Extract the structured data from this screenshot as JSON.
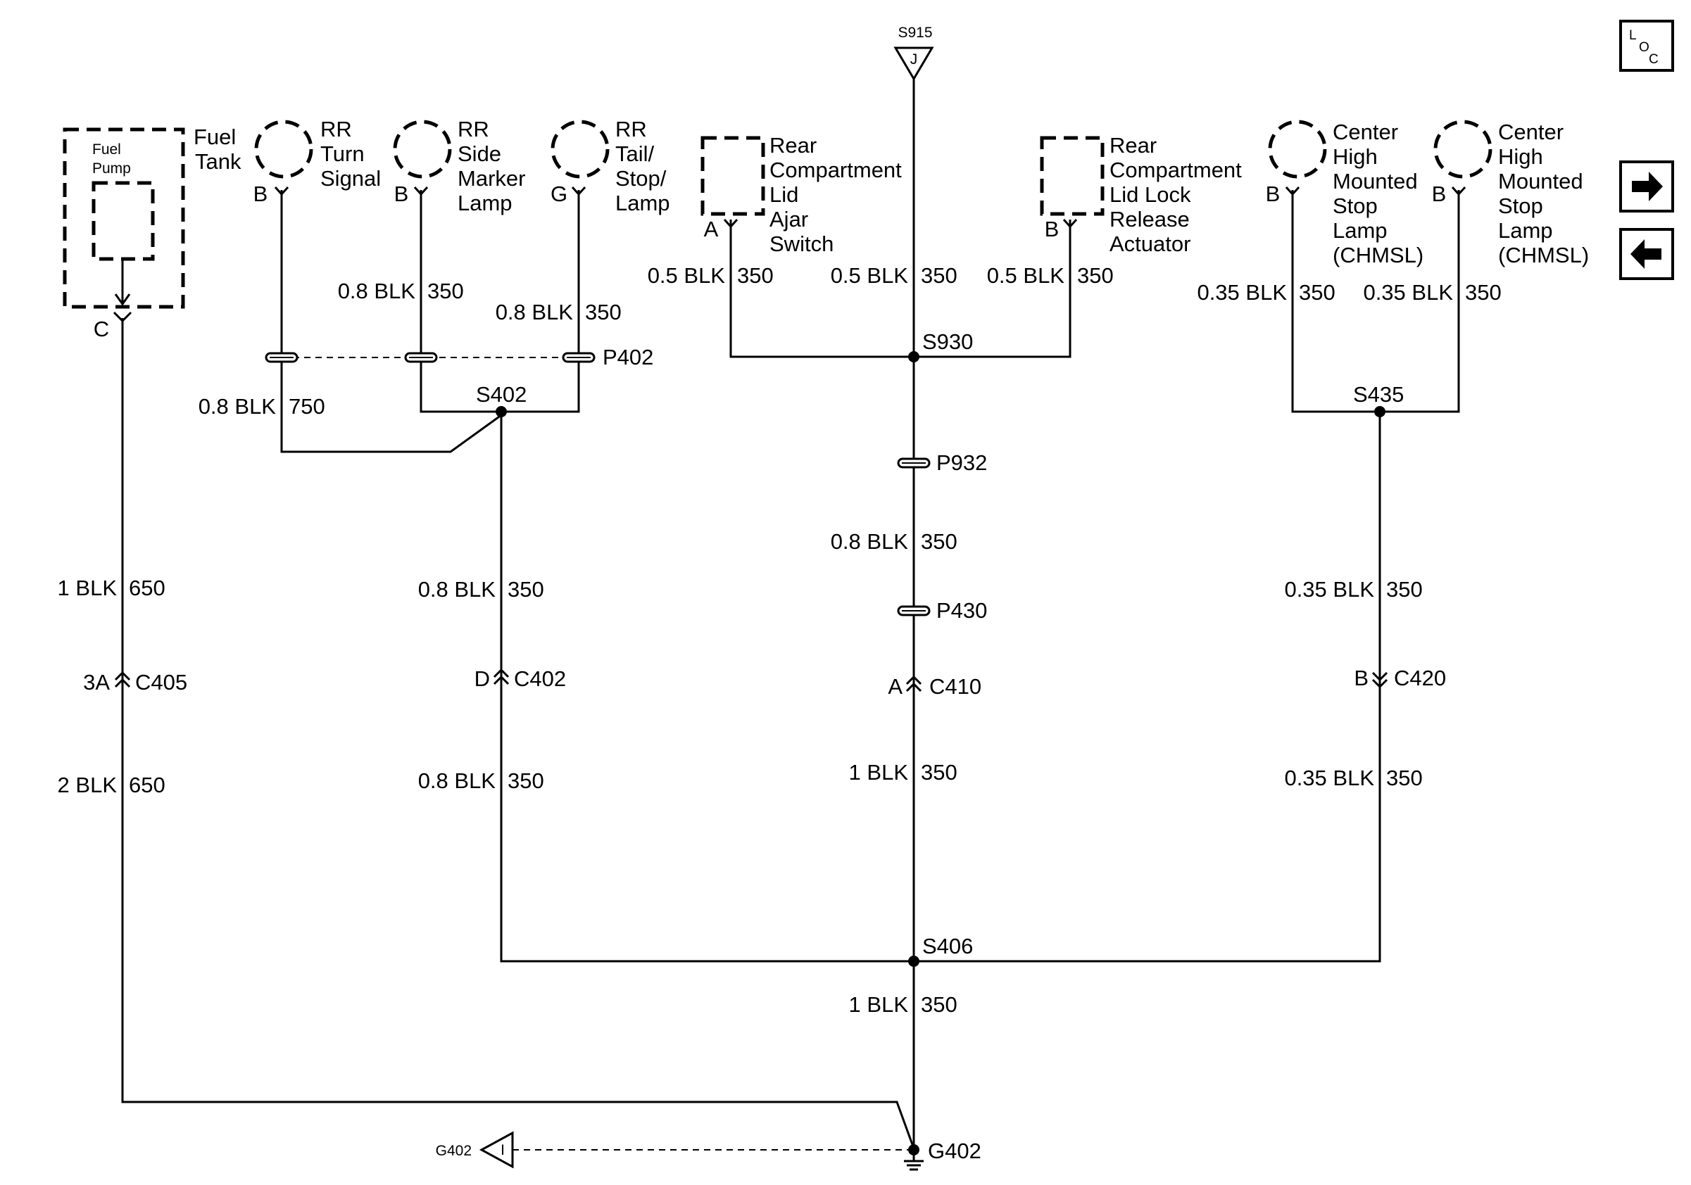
{
  "top_splice": {
    "label": "S915",
    "letter": "J"
  },
  "loc_button": {
    "l": "L",
    "o": "O",
    "c": "C"
  },
  "fuel_pump": {
    "tank_label": [
      "Fuel",
      "Tank"
    ],
    "pump_label": [
      "Fuel",
      "Pump"
    ],
    "pin": "C"
  },
  "lamps": [
    {
      "name": [
        "RR",
        "Turn",
        "Signal"
      ],
      "pin": "B"
    },
    {
      "name": [
        "RR",
        "Side",
        "Marker",
        "Lamp"
      ],
      "pin": "B"
    },
    {
      "name": [
        "RR",
        "Tail/",
        "Stop/",
        "Lamp"
      ],
      "pin": "G"
    },
    {
      "name": [
        "Center",
        "High",
        "Mounted",
        "Stop",
        "Lamp",
        "(CHMSL)"
      ],
      "pin": "B"
    },
    {
      "name": [
        "Center",
        "High",
        "Mounted",
        "Stop",
        "Lamp",
        "(CHMSL)"
      ],
      "pin": "B"
    }
  ],
  "switches": [
    {
      "name": [
        "Rear",
        "Compartment",
        "Lid",
        "Ajar",
        "Switch"
      ],
      "pin": "A"
    },
    {
      "name": [
        "Rear",
        "Compartment",
        "Lid Lock",
        "Release",
        "Actuator"
      ],
      "pin": "B"
    }
  ],
  "wires": [
    {
      "size": "0.8 BLK",
      "circuit": "350"
    },
    {
      "size": "0.8 BLK",
      "circuit": "350"
    },
    {
      "size": "0.8 BLK",
      "circuit": "750"
    },
    {
      "size": "0.5 BLK",
      "circuit": "350"
    },
    {
      "size": "0.5 BLK",
      "circuit": "350"
    },
    {
      "size": "0.5 BLK",
      "circuit": "350"
    },
    {
      "size": "0.35 BLK",
      "circuit": "350"
    },
    {
      "size": "0.35 BLK",
      "circuit": "350"
    },
    {
      "size": "1 BLK",
      "circuit": "650"
    },
    {
      "size": "0.8 BLK",
      "circuit": "350"
    },
    {
      "size": "0.8 BLK",
      "circuit": "350"
    },
    {
      "size": "0.35 BLK",
      "circuit": "350"
    },
    {
      "size": "2 BLK",
      "circuit": "650"
    },
    {
      "size": "0.8 BLK",
      "circuit": "350"
    },
    {
      "size": "1 BLK",
      "circuit": "350"
    },
    {
      "size": "0.35 BLK",
      "circuit": "350"
    },
    {
      "size": "1 BLK",
      "circuit": "350"
    }
  ],
  "splices": [
    "S930",
    "S402",
    "S435",
    "S406"
  ],
  "passthroughs": [
    "P402",
    "P932",
    "P430"
  ],
  "connectors": [
    {
      "pin": "3A",
      "name": "C405"
    },
    {
      "pin": "D",
      "name": "C402"
    },
    {
      "pin": "A",
      "name": "C410"
    },
    {
      "pin": "B",
      "name": "C420"
    }
  ],
  "ground": {
    "label": "G402",
    "ref_label": "G402",
    "ref_letter": "I"
  }
}
